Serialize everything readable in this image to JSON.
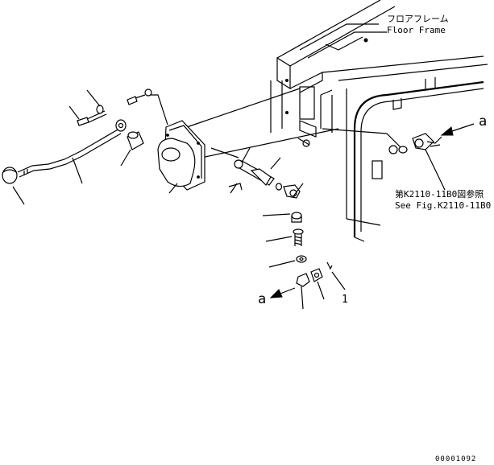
{
  "labels": {
    "floor_frame_jp": "フロアフレーム",
    "floor_frame_en": "Floor Frame",
    "ref_jp": "第K2110-11B0図参照",
    "ref_en": "See Fig.K2110-11B0",
    "callout_a_top": "a",
    "callout_a_bottom": "a",
    "item_1": "1",
    "drawing_code": "00001092"
  }
}
